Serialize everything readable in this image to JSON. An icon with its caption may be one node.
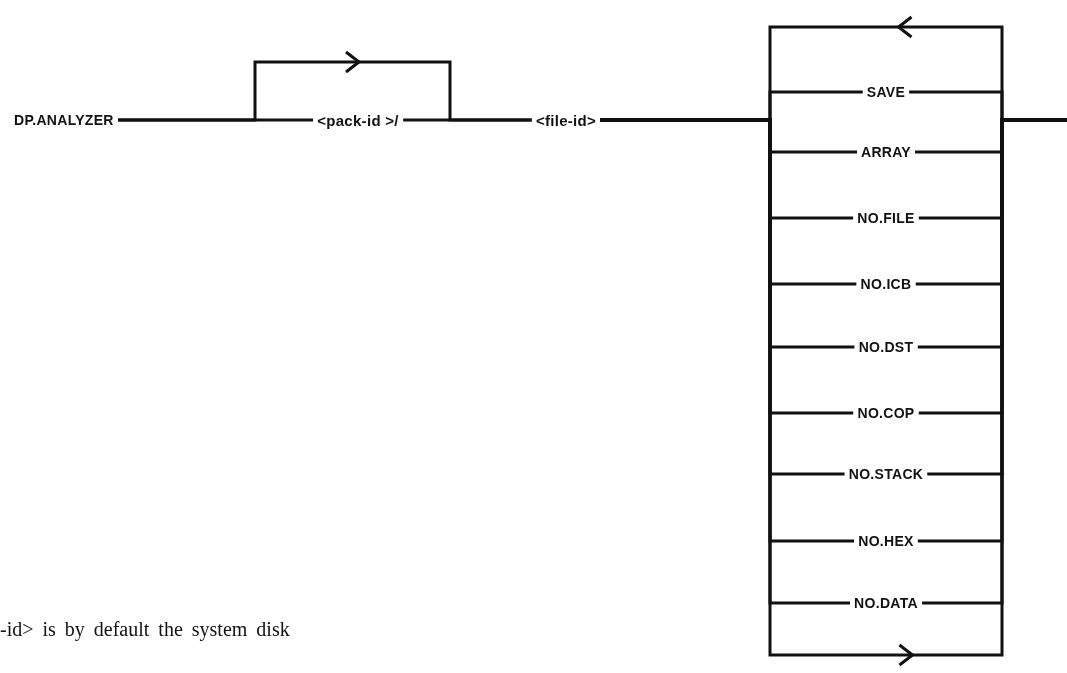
{
  "diagram": {
    "nodes": [
      {
        "text": [
          "DP.ANALYZER"
        ]
      },
      {
        "text": [
          "<pack-id >/"
        ]
      },
      {
        "text": [
          "<file-id>"
        ]
      },
      {
        "text": [
          "SAVE"
        ]
      },
      {
        "text": [
          "ARRAY"
        ]
      },
      {
        "text": [
          "NO.FILE"
        ]
      },
      {
        "text": [
          "NO.ICB"
        ]
      },
      {
        "text": [
          "NO.DST"
        ]
      },
      {
        "text": [
          "NO.COP"
        ]
      },
      {
        "text": [
          "NO.STACK"
        ]
      },
      {
        "text": [
          "NO.HEX"
        ]
      },
      {
        "text": [
          "NO.DATA"
        ]
      }
    ],
    "edges": [
      {
        "from": 0,
        "to": 1,
        "arrow": "none"
      },
      {
        "from": 1,
        "to": 2,
        "arrow": "none"
      },
      {
        "from": 0,
        "to": 2,
        "arrow": "to"
      },
      {
        "from": 2,
        "to": 3,
        "arrow": "none"
      },
      {
        "from": 2,
        "to": 4,
        "arrow": "none"
      },
      {
        "from": 2,
        "to": 5,
        "arrow": "none"
      },
      {
        "from": 2,
        "to": 6,
        "arrow": "none"
      },
      {
        "from": 2,
        "to": 7,
        "arrow": "none"
      },
      {
        "from": 2,
        "to": 8,
        "arrow": "none"
      },
      {
        "from": 2,
        "to": 9,
        "arrow": "none"
      },
      {
        "from": 2,
        "to": 10,
        "arrow": "none"
      },
      {
        "from": 2,
        "to": 11,
        "arrow": "none"
      },
      {
        "from": 3,
        "to": null,
        "arrow": "none"
      },
      {
        "from": 4,
        "to": null,
        "arrow": "none"
      },
      {
        "from": 5,
        "to": null,
        "arrow": "none"
      },
      {
        "from": 6,
        "to": null,
        "arrow": "none"
      },
      {
        "from": 7,
        "to": null,
        "arrow": "none"
      },
      {
        "from": 8,
        "to": null,
        "arrow": "none"
      },
      {
        "from": 9,
        "to": null,
        "arrow": "none"
      },
      {
        "from": 10,
        "to": null,
        "arrow": "none"
      },
      {
        "from": 11,
        "to": null,
        "arrow": "none"
      },
      {
        "from": 2,
        "to": null,
        "arrow": "to"
      }
    ],
    "labels": [
      "-id> is by default the system disk"
    ]
  }
}
